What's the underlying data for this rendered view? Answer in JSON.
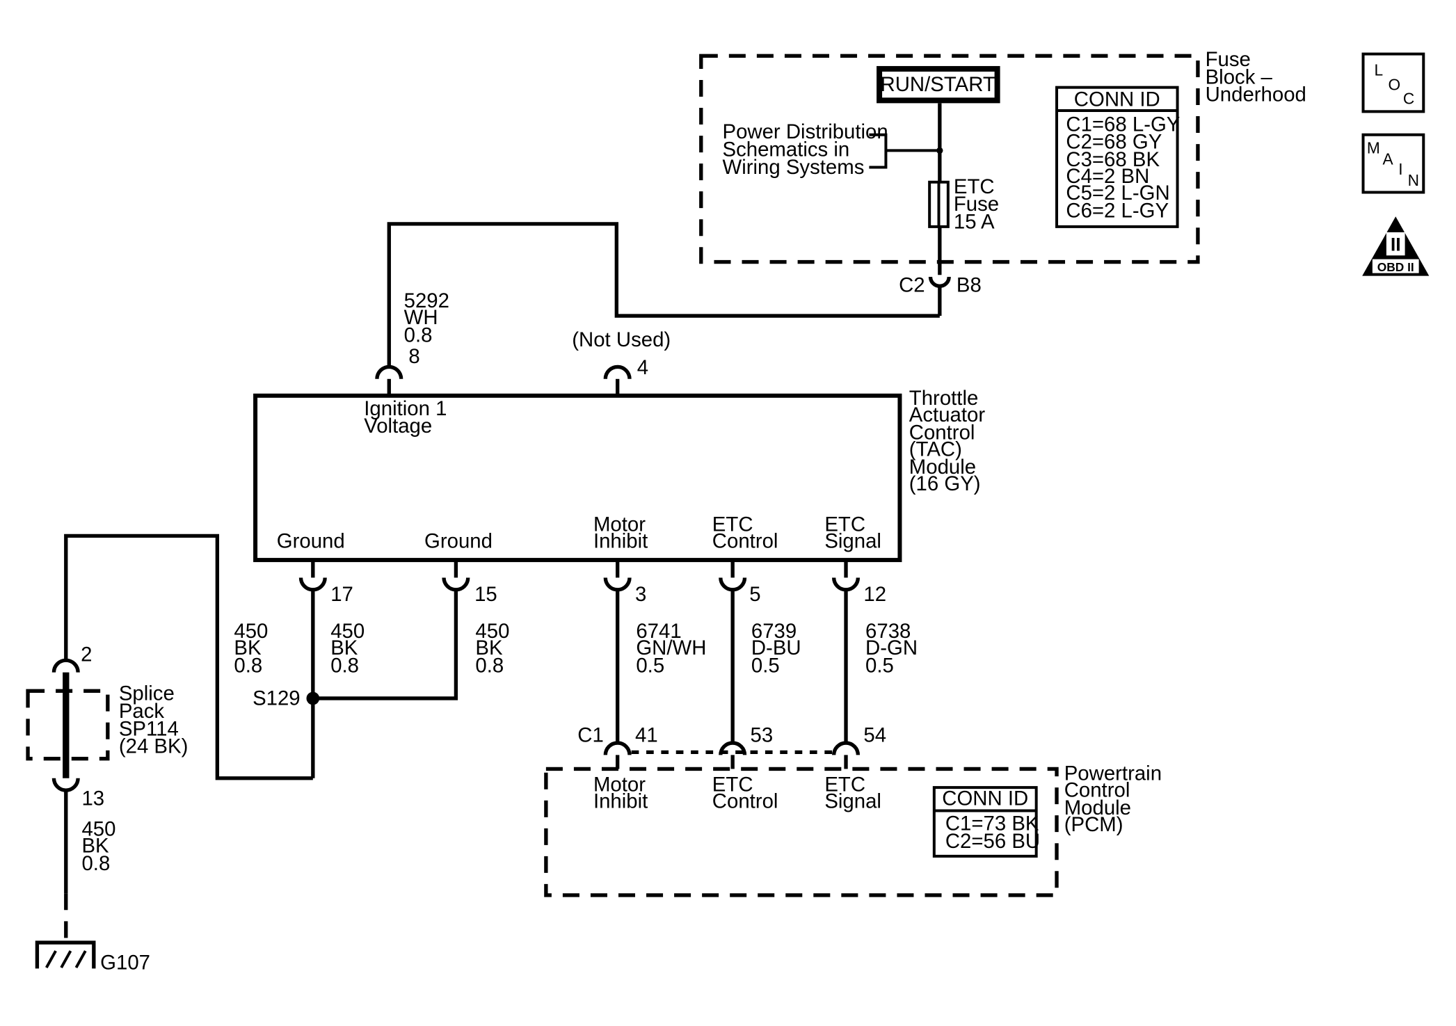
{
  "fuse_block": {
    "title_lines": [
      "Fuse",
      "Block –",
      "Underhood"
    ],
    "run_start": "RUN/START",
    "power_dist_lines": [
      "Power Distribution",
      "Schematics in",
      "Wiring Systems"
    ],
    "fuse_lines": [
      "ETC",
      "Fuse",
      "15 A"
    ],
    "conn_id_title": "CONN ID",
    "conn_ids": [
      "C1=68 L-GY",
      "C2=68 GY",
      "C3=68 BK",
      "C4=2 BN",
      "C5=2 L-GN",
      "C6=2 L-GY"
    ],
    "connector": "C2",
    "pin": "B8"
  },
  "side_icons": {
    "loc": [
      "L",
      "O",
      "C"
    ],
    "main": [
      "M",
      "A",
      "I",
      "N"
    ],
    "obd_symbol": "II",
    "obd": "OBD II"
  },
  "ignition_wire": {
    "circuit": "5292",
    "color": "WH",
    "gauge": "0.8",
    "pin": "8"
  },
  "not_used": {
    "label": "(Not Used)",
    "pin": "4"
  },
  "tac": {
    "title_lines": [
      "Throttle",
      "Actuator",
      "Control",
      "(TAC)",
      "Module",
      "(16 GY)"
    ],
    "ignition_label_lines": [
      "Ignition 1",
      "Voltage"
    ],
    "pins": [
      {
        "label_lines": [
          "Ground"
        ],
        "pin": "17",
        "circuit": "450",
        "color": "BK",
        "gauge": "0.8"
      },
      {
        "label_lines": [
          "Ground"
        ],
        "pin": "15",
        "circuit": "450",
        "color": "BK",
        "gauge": "0.8"
      },
      {
        "label_lines": [
          "Motor",
          "Inhibit"
        ],
        "pin": "3",
        "circuit": "6741",
        "color": "GN/WH",
        "gauge": "0.5"
      },
      {
        "label_lines": [
          "ETC",
          "Control"
        ],
        "pin": "5",
        "circuit": "6739",
        "color": "D-BU",
        "gauge": "0.5"
      },
      {
        "label_lines": [
          "ETC",
          "Signal"
        ],
        "pin": "12",
        "circuit": "6738",
        "color": "D-GN",
        "gauge": "0.5"
      }
    ]
  },
  "splice_s129": "S129",
  "left_wire": {
    "circuit": "450",
    "color": "BK",
    "gauge": "0.8"
  },
  "splice_pack": {
    "label_lines": [
      "Splice",
      "Pack",
      "SP114",
      "(24 BK)"
    ],
    "pin_top": "2",
    "pin_bottom": "13"
  },
  "ground_wire": {
    "circuit": "450",
    "color": "BK",
    "gauge": "0.8"
  },
  "ground_label": "G107",
  "pcm": {
    "connector": "C1",
    "pins": [
      "41",
      "53",
      "54"
    ],
    "labels": [
      [
        "Motor",
        "Inhibit"
      ],
      [
        "ETC",
        "Control"
      ],
      [
        "ETC",
        "Signal"
      ]
    ],
    "title_lines": [
      "Powertrain",
      "Control",
      "Module",
      "(PCM)"
    ],
    "conn_id_title": "CONN ID",
    "conn_ids": [
      "C1=73 BK",
      "C2=56 BU"
    ]
  }
}
